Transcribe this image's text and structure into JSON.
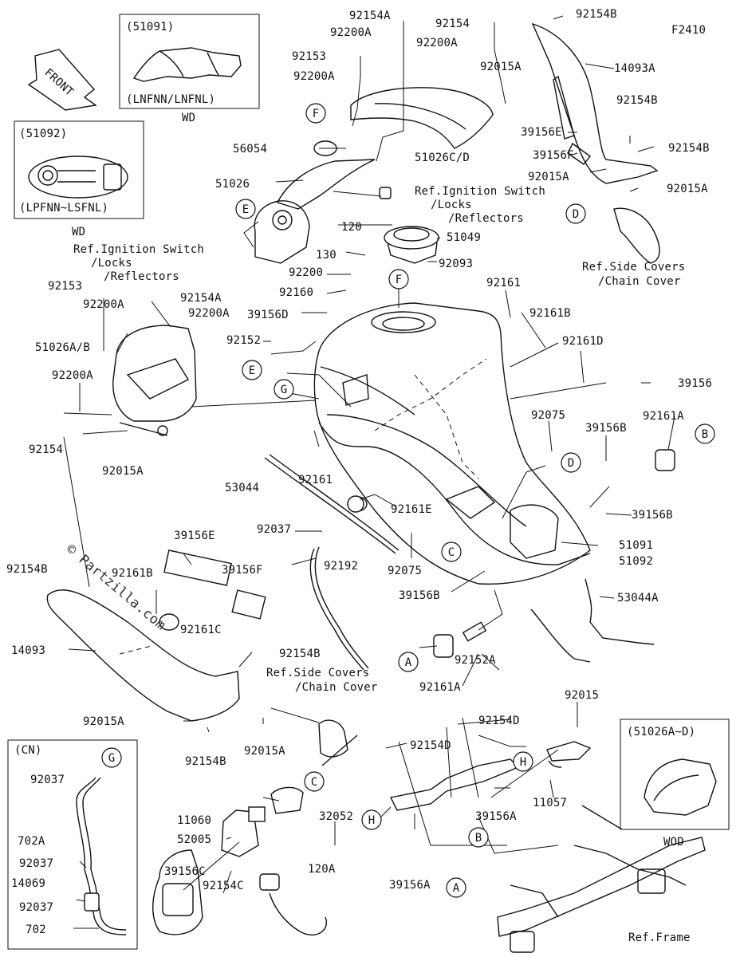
{
  "figure_code": "F2410",
  "front_label": "FRONT",
  "watermark": "© Partzilla.com",
  "callouts": [
    {
      "id": "c-f1",
      "text": "F"
    },
    {
      "id": "c-e1",
      "text": "E"
    },
    {
      "id": "c-f2",
      "text": "F"
    },
    {
      "id": "c-d1",
      "text": "D"
    },
    {
      "id": "c-e2",
      "text": "E"
    },
    {
      "id": "c-g1",
      "text": "G"
    },
    {
      "id": "c-b1",
      "text": "B"
    },
    {
      "id": "c-d2",
      "text": "D"
    },
    {
      "id": "c-c1",
      "text": "C"
    },
    {
      "id": "c-a1",
      "text": "A"
    },
    {
      "id": "c-h1",
      "text": "H"
    },
    {
      "id": "c-g2",
      "text": "G"
    },
    {
      "id": "c-c2",
      "text": "C"
    },
    {
      "id": "c-h2",
      "text": "H"
    },
    {
      "id": "c-b2",
      "text": "B"
    },
    {
      "id": "c-a2",
      "text": "A"
    }
  ],
  "insets": {
    "top_left": {
      "code": "(51091)",
      "variant": "(LNFNN/LNFNL)",
      "caption": "WD"
    },
    "mid_left": {
      "code": "(51092)",
      "variant": "(LPFNN~LSFNL)",
      "caption": "WD"
    },
    "bottom_right": {
      "code": "(51026A~D)",
      "caption": "WOD"
    },
    "bottom_left": {
      "code": "(CN)"
    }
  },
  "references": {
    "ignition_top": [
      "Ref.Ignition Switch",
      "/Locks",
      "/Reflectors"
    ],
    "ignition_left": [
      "Ref.Ignition Switch",
      "/Locks",
      "/Reflectors"
    ],
    "side_covers_top": [
      "Ref.Side Covers",
      "/Chain Cover"
    ],
    "side_covers_mid": [
      "Ref.Side Covers",
      "/Chain Cover"
    ],
    "frame": "Ref.Frame"
  },
  "part_labels": [
    "92154A",
    "92200A",
    "92154",
    "92200A",
    "92154B",
    "92153",
    "92200A",
    "92015A",
    "14093A",
    "92154B",
    "39156E",
    "51026C/D",
    "39156F",
    "92154B",
    "56054",
    "51026",
    "92015A",
    "92015A",
    "120",
    "51049",
    "130",
    "92093",
    "92200",
    "92160",
    "92161",
    "39156D",
    "92161B",
    "92153",
    "92200A",
    "92154A",
    "92200A",
    "51026A/B",
    "92152",
    "92161D",
    "39156",
    "92200A",
    "92154",
    "92015A",
    "92075",
    "39156B",
    "92161A",
    "92161",
    "53044",
    "92161E",
    "39156B",
    "92037",
    "92075",
    "51091",
    "51092",
    "92192",
    "39156B",
    "92154B",
    "92161B",
    "39156E",
    "39156F",
    "53044A",
    "92161C",
    "14093",
    "92154B",
    "92161A",
    "92152A",
    "92015A",
    "92154B",
    "92015A",
    "92015",
    "92154D",
    "92154D",
    "11057",
    "39156A",
    "32052",
    "11060",
    "52005",
    "39156C",
    "92154C",
    "120A",
    "39156A",
    "92037",
    "702A",
    "92037",
    "14069",
    "92037",
    "702"
  ]
}
